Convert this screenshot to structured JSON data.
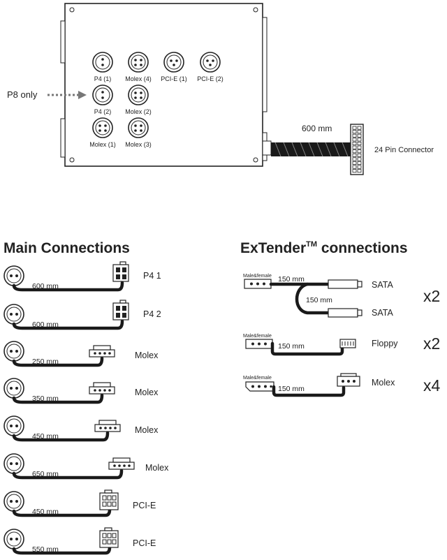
{
  "psu_labels": {
    "p4_1": "P4 (1)",
    "molex_4": "Molex (4)",
    "pcie_1": "PCI-E (1)",
    "pcie_2": "PCI-E (2)",
    "p4_2": "P4 (2)",
    "molex_2": "Molex (2)",
    "molex_1": "Molex (1)",
    "molex_3": "Molex (3)",
    "p8_only": "P8  only",
    "cable_length": "600 mm",
    "main_connector": "24 Pin Connector"
  },
  "main": {
    "title": "Main Connections",
    "rows": [
      {
        "length": "600 mm",
        "label": "P4  1",
        "connector": "p4"
      },
      {
        "length": "600 mm",
        "label": "P4  2",
        "connector": "p4"
      },
      {
        "length": "250 mm",
        "label": "Molex",
        "connector": "molex"
      },
      {
        "length": "350 mm",
        "label": "Molex",
        "connector": "molex"
      },
      {
        "length": "450 mm",
        "label": "Molex",
        "connector": "molex"
      },
      {
        "length": "650 mm",
        "label": "Molex",
        "connector": "molex"
      },
      {
        "length": "450 mm",
        "label": "PCI-E",
        "connector": "pcie"
      },
      {
        "length": "550 mm",
        "label": "PCI-E",
        "connector": "pcie"
      }
    ]
  },
  "extender": {
    "title_main": "ExTender",
    "title_tm": "TM",
    "title_rest": " connections",
    "sata": {
      "source": "Male&female",
      "len1": "150 mm",
      "len2": "150 mm",
      "label1": "SATA",
      "label2": "SATA",
      "mult": "x2"
    },
    "floppy": {
      "source": "Male&female",
      "len": "150 mm",
      "label": "Floppy",
      "mult": "x2"
    },
    "molex": {
      "source": "Male&female",
      "len": "150 mm",
      "label": "Molex",
      "mult": "x4"
    }
  }
}
